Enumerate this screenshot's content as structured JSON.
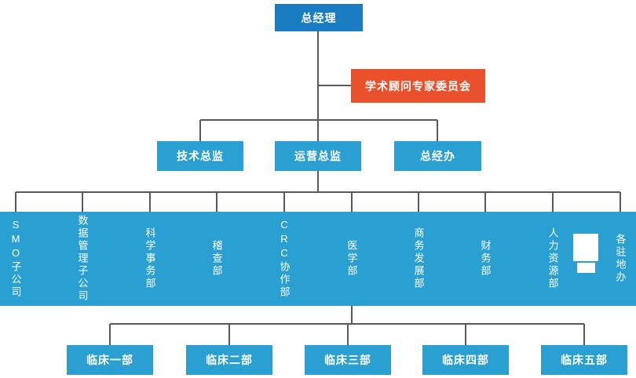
{
  "palette": {
    "root-blue": "#1a7dc2",
    "node-blue": "#2a9fd2",
    "advisory-orange": "#e8512b",
    "connector-gray": "#595959",
    "node-text": "#ffffff"
  },
  "chart": {
    "root_label": "总经理",
    "advisory_label": "学术顾问专家委员会",
    "directors": [
      "技术总监",
      "运营总监",
      "总经办"
    ],
    "departments": [
      "SMO子公司",
      "数据管理子公司",
      "科学事务部",
      "稽查部",
      "CRC协作部",
      "医学部",
      "商务发展部",
      "财务部",
      "人力资源部",
      "各驻地办"
    ],
    "clinical_departments": [
      "临床一部",
      "临床二部",
      "临床三部",
      "临床四部",
      "临床五部"
    ]
  }
}
